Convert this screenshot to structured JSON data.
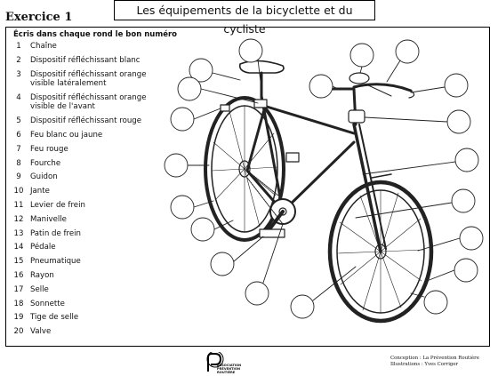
{
  "header": {
    "exercise_label": "Exercice 1",
    "title": "Les équipements de la bicyclette et du cycliste"
  },
  "instruction": "Écris dans chaque rond le bon numéro",
  "items": [
    {
      "num": "1",
      "label": "Chaîne"
    },
    {
      "num": "2",
      "label": "Dispositif réfléchissant blanc"
    },
    {
      "num": "3",
      "label": "Dispositif réfléchissant orange visible latéralement"
    },
    {
      "num": "4",
      "label": "Dispositif réfléchissant orange visible de l'avant"
    },
    {
      "num": "5",
      "label": "Dispositif réfléchissant rouge"
    },
    {
      "num": "6",
      "label": "Feu blanc ou jaune"
    },
    {
      "num": "7",
      "label": "Feu rouge"
    },
    {
      "num": "8",
      "label": "Fourche"
    },
    {
      "num": "9",
      "label": "Guidon"
    },
    {
      "num": "10",
      "label": "Jante"
    },
    {
      "num": "11",
      "label": "Levier de frein"
    },
    {
      "num": "12",
      "label": "Manivelle"
    },
    {
      "num": "13",
      "label": "Patin de frein"
    },
    {
      "num": "14",
      "label": "Pédale"
    },
    {
      "num": "15",
      "label": "Pneumatique"
    },
    {
      "num": "16",
      "label": "Rayon"
    },
    {
      "num": "17",
      "label": "Selle"
    },
    {
      "num": "18",
      "label": "Sonnette"
    },
    {
      "num": "19",
      "label": "Tige de selle"
    },
    {
      "num": "20",
      "label": "Valve"
    }
  ],
  "credits": {
    "line1": "Conception : La Prévention Routière",
    "line2": "Illustrations : Yves Corriger"
  },
  "logo": {
    "text_line1": "ASSOCIATION",
    "text_line2": "PRÉVENTION",
    "text_line3": "ROUTIÈRE"
  }
}
